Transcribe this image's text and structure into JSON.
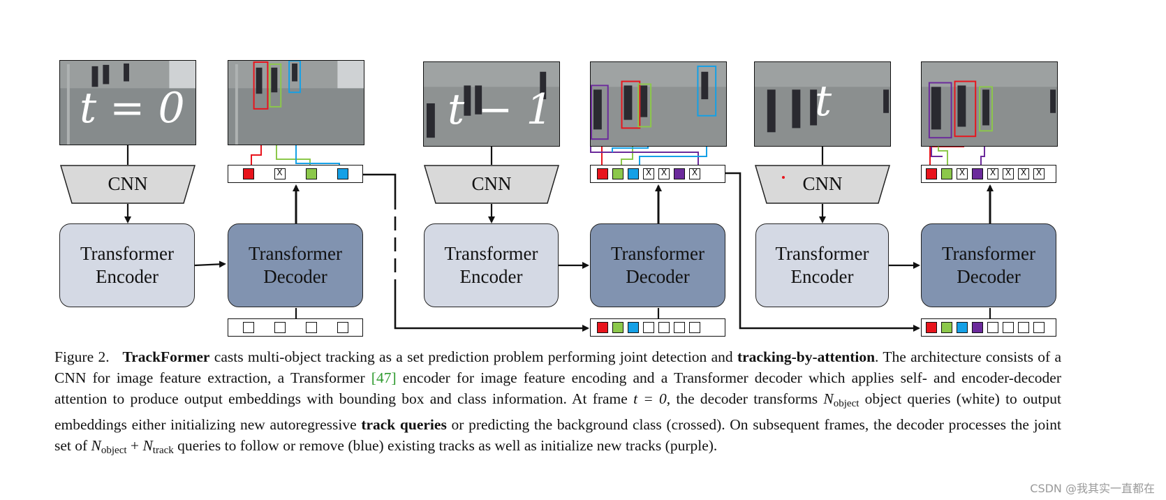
{
  "frames": [
    {
      "label": "t = 0"
    },
    {
      "label": "t − 1"
    },
    {
      "label": "t"
    }
  ],
  "blocks": {
    "cnn_label": "CNN",
    "encoder_label_1": "Transformer",
    "encoder_label_2": "Encoder",
    "decoder_label_1": "Transformer",
    "decoder_label_2": "Decoder"
  },
  "token_colors": {
    "red": "#e8141c",
    "green": "#8cc84b",
    "blue": "#14a0e6",
    "purple": "#6b2a9b",
    "encoder_fill": "#d4d9e4",
    "decoder_fill": "#8193b0"
  },
  "caption": {
    "figure_num": "Figure 2.",
    "bold_1": "TrackFormer",
    "text_1": " casts multi-object tracking as a set prediction problem performing joint detection and ",
    "bold_2": "tracking-by-attention",
    "text_2": ". The architecture consists of a CNN for image feature extraction, a Transformer ",
    "ref": "[47]",
    "text_3": " encoder for image feature encoding and a Transformer decoder which applies self- and encoder-decoder attention to produce output embeddings with bounding box and class information. At frame ",
    "math_t0": "t = 0",
    "text_4": ", the decoder transforms ",
    "math_n": "N",
    "sub_object": "object",
    "text_5": " object queries (white) to output embeddings either initializing new autoregressive ",
    "bold_3": "track queries",
    "text_6": " or predicting the background class (crossed). On subsequent frames, the decoder processes the joint set of ",
    "math_n2": "N",
    "sub_object2": "object",
    "plus": " + ",
    "math_n3": "N",
    "sub_track": "track",
    "text_7": " queries to follow or remove (blue) existing tracks as well as initialize new tracks (purple)."
  },
  "watermark": "CSDN @我其实一直都在"
}
